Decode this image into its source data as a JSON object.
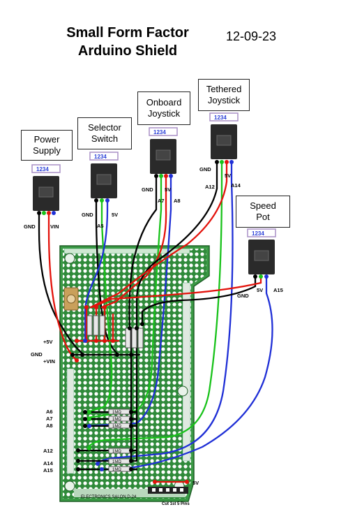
{
  "title_line1": "Small Form Factor",
  "title_line2": "Arduino Shield",
  "date": "12-09-23",
  "pin_numbers": "1234",
  "connectors": {
    "power": {
      "line1": "Power",
      "line2": "Supply",
      "gnd": "GND",
      "sig": "VIN"
    },
    "selector": {
      "line1": "Selector",
      "line2": "Switch",
      "gnd": "GND",
      "a": "A5",
      "v": "5V"
    },
    "onboard": {
      "line1": "Onboard",
      "line2": "Joystick",
      "gnd": "GND",
      "v": "5V",
      "a1": "A7",
      "a2": "A8"
    },
    "tethered": {
      "line1": "Tethered",
      "line2": "Joystick",
      "gnd": "GND",
      "v": "5V",
      "a1": "A12",
      "a2": "A14"
    },
    "speed": {
      "line1": "Speed",
      "line2": "Pot",
      "gnd": "GND",
      "v": "5V",
      "a": "A15"
    }
  },
  "board_labels": {
    "plus5v": "+5V",
    "gnd": "GND",
    "vin": "+VIN",
    "a6": "A6",
    "a7": "A7",
    "a8": "A8",
    "a12": "A12",
    "a14": "A14",
    "a15": "A15",
    "right5v": "5V",
    "cut_note": "Cut 1st 5 Pins",
    "brand": "ELECTRONICS SALON  D-24",
    "resistor": "1MΩ"
  },
  "wire_colors": {
    "ground": "#000000",
    "power": "#e3120b",
    "signal_green": "#18c21a",
    "signal_blue": "#1f2fd6"
  }
}
